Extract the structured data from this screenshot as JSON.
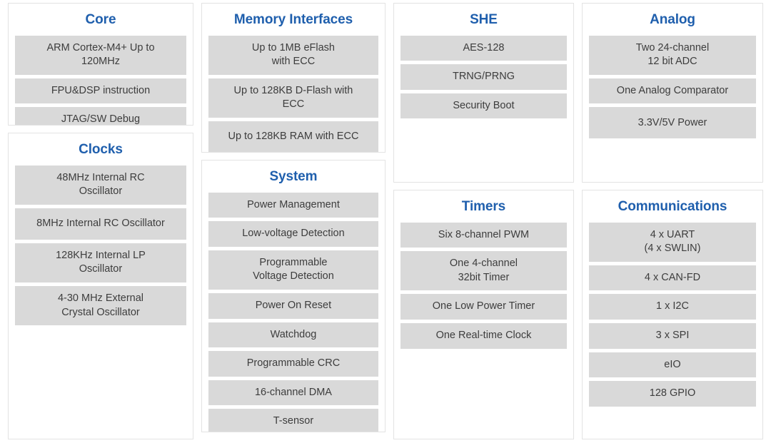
{
  "diagram": {
    "type": "block-diagram",
    "subject": "Microcontroller feature block diagram",
    "accent_color": "#1f5fad",
    "tile_color": "#d9d9d9",
    "panel_border_color": "#e3e3e3",
    "background_color": "#ffffff",
    "columns": [
      {
        "name": "column-1",
        "panels": [
          {
            "name": "core",
            "title": "Core",
            "items": [
              "ARM Cortex-M4+ Up to\n120MHz",
              "FPU&DSP instruction",
              "JTAG/SW Debug"
            ]
          },
          {
            "name": "clocks",
            "title": "Clocks",
            "items": [
              "48MHz Internal RC\nOscillator",
              "8MHz Internal RC Oscillator",
              "128KHz Internal LP\nOscillator",
              "4-30 MHz External\nCrystal Oscillator"
            ]
          }
        ]
      },
      {
        "name": "column-2",
        "panels": [
          {
            "name": "memory-interfaces",
            "title": "Memory Interfaces",
            "items": [
              "Up to 1MB eFlash\nwith ECC",
              "Up to 128KB D-Flash with\nECC",
              "Up to 128KB RAM with ECC"
            ]
          },
          {
            "name": "system",
            "title": "System",
            "items": [
              "Power Management",
              "Low-voltage Detection",
              "Programmable\nVoltage Detection",
              "Power On Reset",
              "Watchdog",
              "Programmable CRC",
              "16-channel DMA",
              "T-sensor"
            ]
          }
        ]
      },
      {
        "name": "column-3",
        "panels": [
          {
            "name": "she",
            "title": "SHE",
            "items": [
              "AES-128",
              "TRNG/PRNG",
              "Security Boot"
            ]
          },
          {
            "name": "timers",
            "title": "Timers",
            "items": [
              "Six 8-channel PWM",
              "One 4-channel\n32bit Timer",
              "One Low Power Timer",
              "One Real-time Clock"
            ]
          }
        ]
      },
      {
        "name": "column-4",
        "panels": [
          {
            "name": "analog",
            "title": "Analog",
            "items": [
              "Two 24-channel\n12 bit ADC",
              "One Analog Comparator",
              "3.3V/5V Power"
            ]
          },
          {
            "name": "communications",
            "title": "Communications",
            "items": [
              "4 x UART\n(4 x SWLIN)",
              "4 x CAN-FD",
              "1 x I2C",
              "3 x SPI",
              "eIO",
              "128 GPIO"
            ]
          }
        ]
      }
    ]
  }
}
